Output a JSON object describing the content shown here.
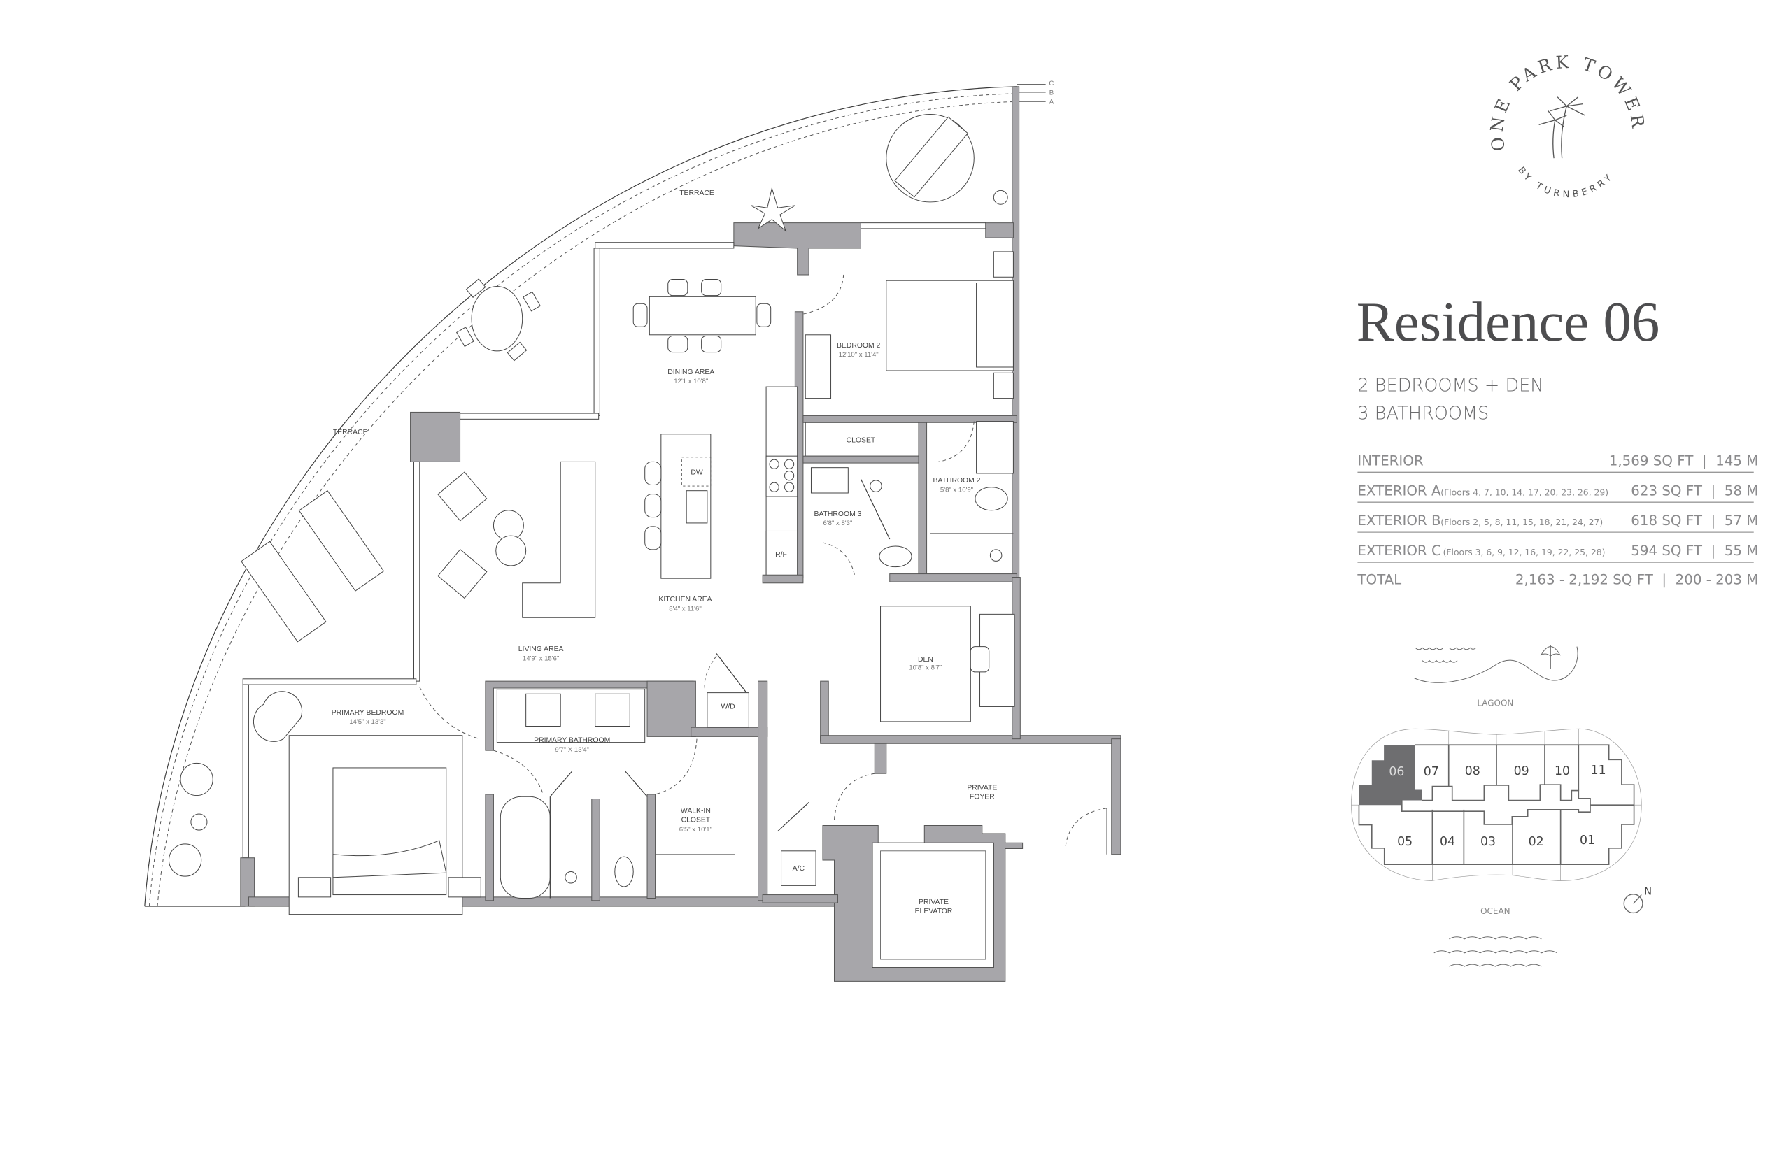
{
  "logo": {
    "top_text": "ONE PARK TOWER",
    "bottom_text": "BY TURNBERRY"
  },
  "residence": {
    "title": "Residence 06",
    "summary": [
      "2 BEDROOMS + DEN",
      "3 BATHROOMS"
    ],
    "areas": [
      {
        "label": "INTERIOR",
        "note": "",
        "value": "1,569 SQ FT  |  145 M"
      },
      {
        "label": "EXTERIOR A",
        "note": "(Floors 4, 7, 10, 14, 17, 20, 23, 26, 29)",
        "value": "623 SQ FT  |  58 M"
      },
      {
        "label": "EXTERIOR B",
        "note": "(Floors 2, 5, 8, 11, 15, 18, 21, 24, 27)",
        "value": "618 SQ FT  |  57 M"
      },
      {
        "label": "EXTERIOR C",
        "note": "(Floors 3, 6, 9, 12, 16, 19, 22, 25, 28)",
        "value": "594 SQ FT  |  55 M"
      },
      {
        "label": "TOTAL",
        "note": "",
        "value": "2,163 - 2,192 SQ FT  |  200 - 203 M"
      }
    ]
  },
  "plan": {
    "edge_labels": [
      "C",
      "B",
      "A"
    ],
    "rooms": {
      "terrace_top": "TERRACE",
      "terrace_left": "TERRACE",
      "dining": {
        "name": "DINING AREA",
        "dim": "12'1 x 10'8\""
      },
      "bedroom2": {
        "name": "BEDROOM 2",
        "dim": "12'10\" x 11'4\""
      },
      "closet": "CLOSET",
      "bathroom2": {
        "name": "BATHROOM 2",
        "dim": "5'8\" x 10'9\""
      },
      "bathroom3": {
        "name": "BATHROOM 3",
        "dim": "6'8\" x 8'3\""
      },
      "kitchen": {
        "name": "KITCHEN AREA",
        "dim": "8'4\" x 11'6\""
      },
      "dw": "DW",
      "rf": "R/F",
      "living": {
        "name": "LIVING AREA",
        "dim": "14'9\" x 15'6\""
      },
      "primary_bedroom": {
        "name": "PRIMARY BEDROOM",
        "dim": "14'5\" x 13'3\""
      },
      "primary_bathroom": {
        "name": "PRIMARY BATHROOM",
        "dim": "9'7\" X 13'4\""
      },
      "wd": "W/D",
      "walkin": {
        "name1": "WALK-IN",
        "name2": "CLOSET",
        "dim": "6'5\" x 10'1\""
      },
      "den": {
        "name": "DEN",
        "dim": "10'8\" x 8'7\""
      },
      "foyer": {
        "name1": "PRIVATE",
        "name2": "FOYER"
      },
      "ac": "A/C",
      "elevator": {
        "name1": "PRIVATE",
        "name2": "ELEVATOR"
      }
    }
  },
  "key_plan": {
    "top_label": "LAGOON",
    "bottom_label": "OCEAN",
    "north": "N",
    "highlighted_unit": "06",
    "units": [
      "06",
      "07",
      "08",
      "09",
      "10",
      "11",
      "05",
      "04",
      "03",
      "02",
      "01"
    ],
    "highlight_color": "#6e6e70"
  }
}
